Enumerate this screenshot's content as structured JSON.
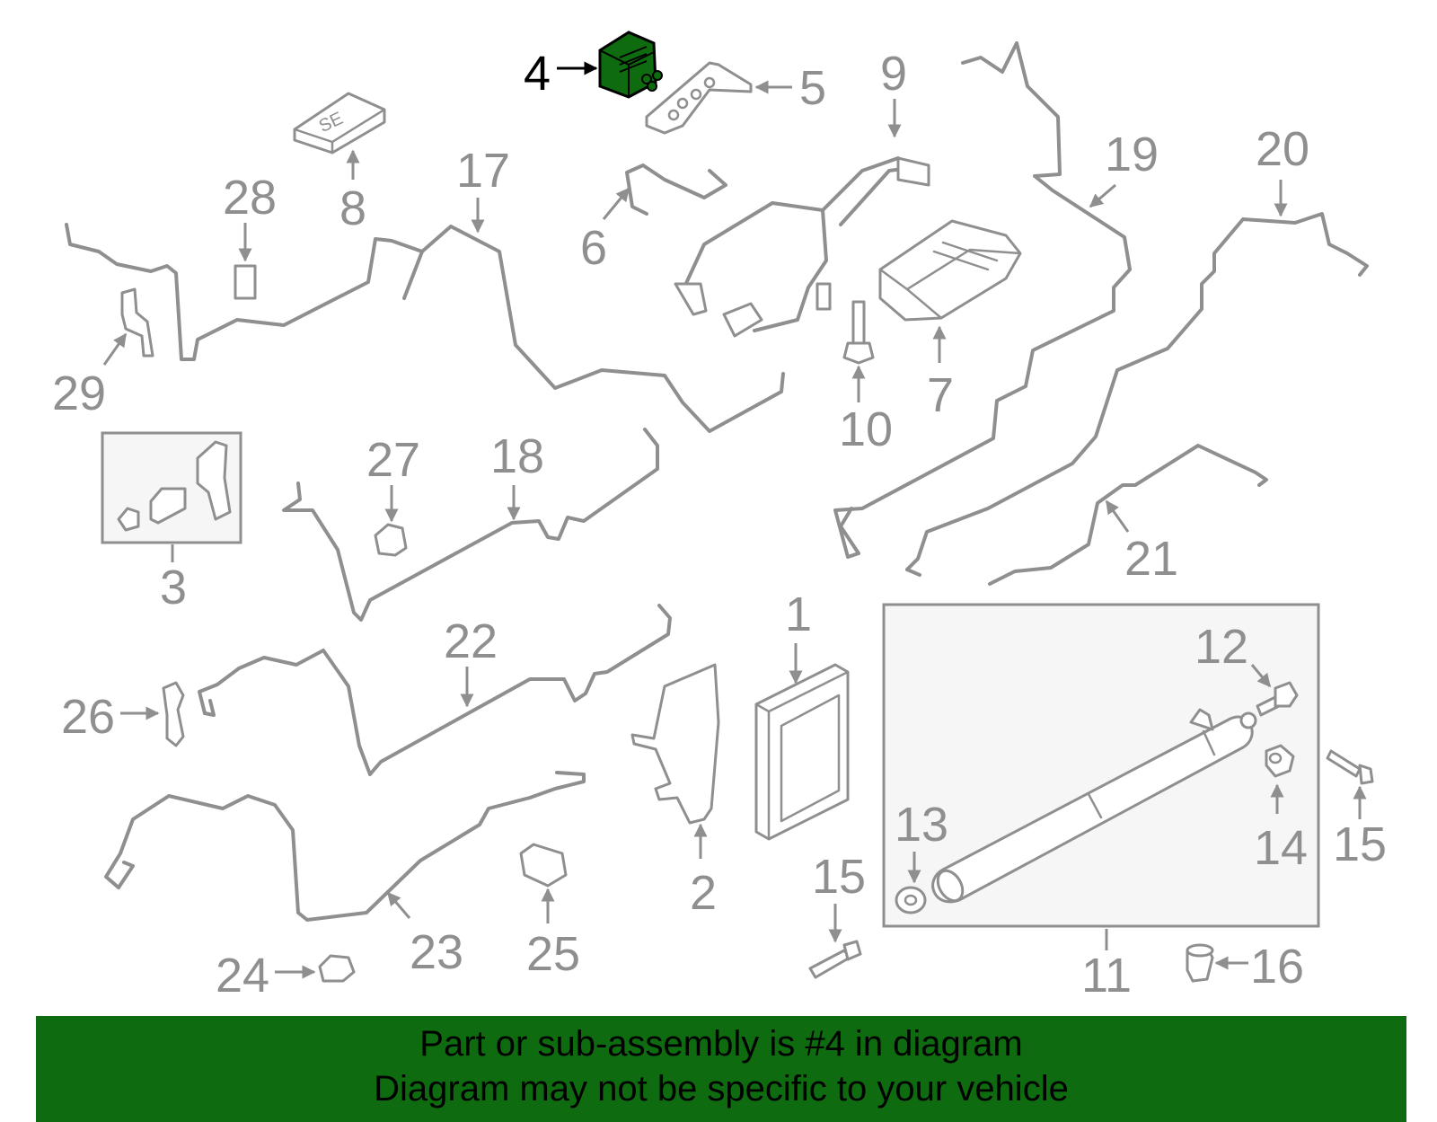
{
  "colors": {
    "line": "#8f8f8f",
    "highlight_part": "#0f6b0f",
    "banner_bg": "#0f6b0f",
    "banner_text": "#000000",
    "highlight_label": "#000000"
  },
  "callouts": {
    "c1": "1",
    "c2": "2",
    "c3": "3",
    "c4": "4",
    "c5": "5",
    "c6": "6",
    "c7": "7",
    "c8": "8",
    "c9": "9",
    "c10": "10",
    "c11": "11",
    "c12": "12",
    "c13": "13",
    "c14": "14",
    "c15a": "15",
    "c15b": "15",
    "c16": "16",
    "c17": "17",
    "c18": "18",
    "c19": "19",
    "c20": "20",
    "c21": "21",
    "c22": "22",
    "c23": "23",
    "c24": "24",
    "c25": "25",
    "c26": "26",
    "c27": "27",
    "c28": "28",
    "c29": "29"
  },
  "part8_label": "SE",
  "banner": {
    "line1": "Part or sub-assembly is #4 in diagram",
    "line2": "Diagram may not be specific to your vehicle"
  }
}
